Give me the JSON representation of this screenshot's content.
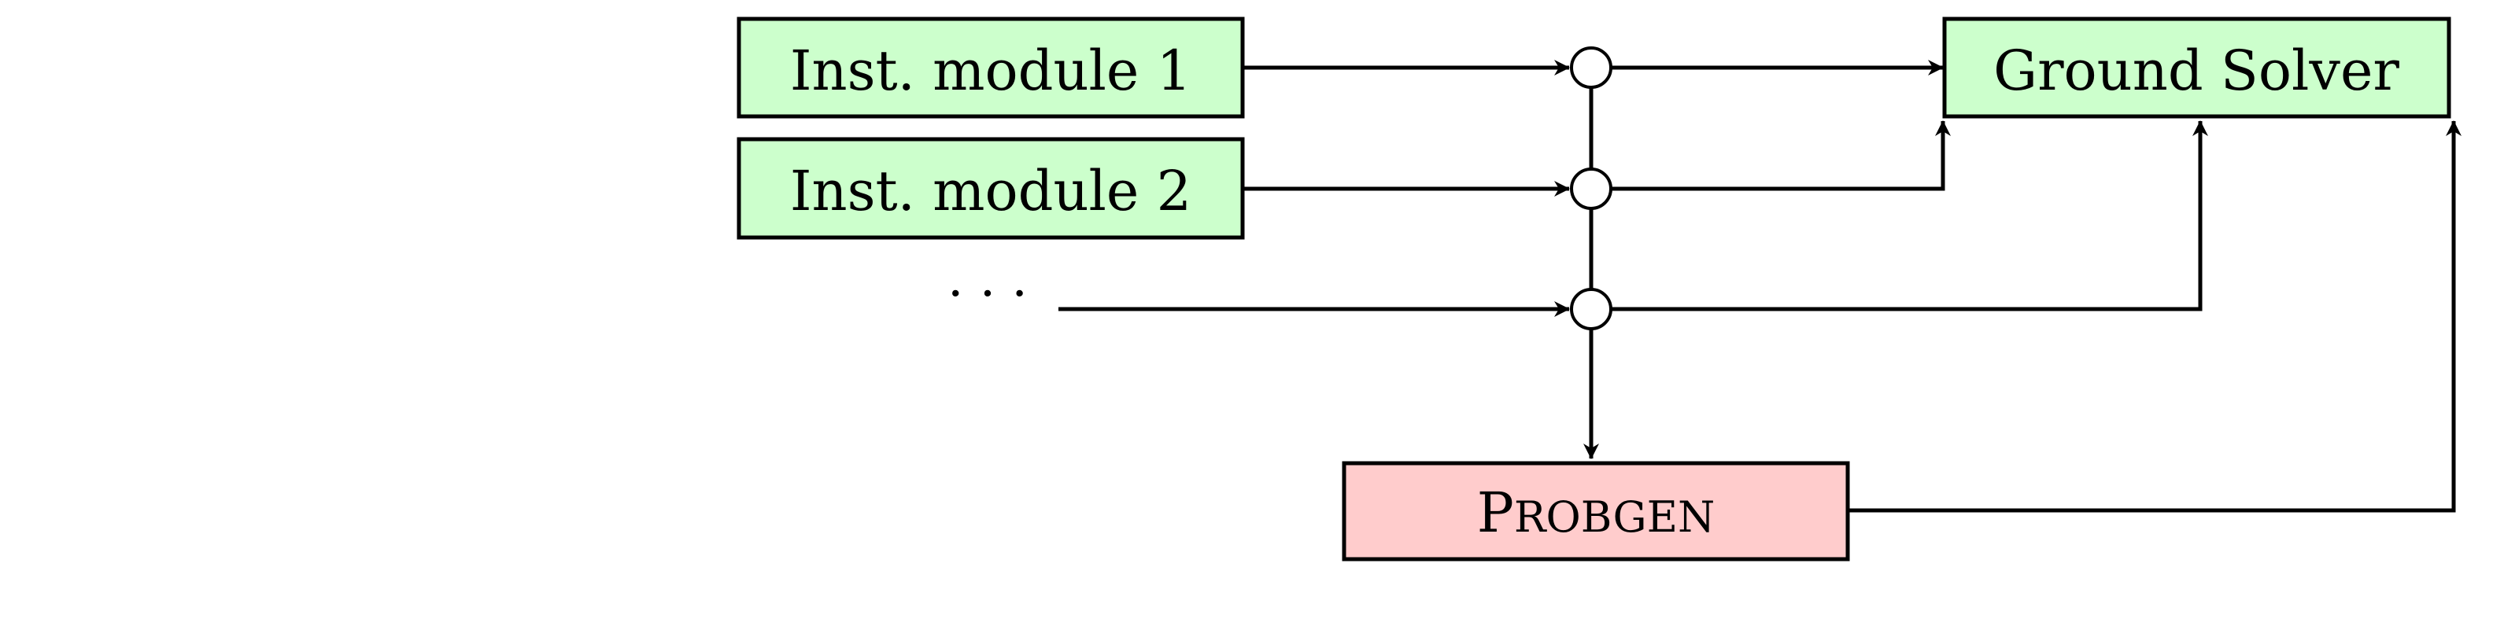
{
  "nodes": {
    "inst_module_1": {
      "label": "Inst. module 1",
      "color": "#ccffcc"
    },
    "inst_module_2": {
      "label": "Inst. module 2",
      "color": "#ccffcc"
    },
    "ellipsis": {
      "label": "· · ·"
    },
    "ground_solver": {
      "label": "Ground Solver",
      "color": "#ccffcc"
    },
    "probgen": {
      "label_initial": "P",
      "label_rest": "ROBGEN",
      "color": "#ffcccc"
    }
  }
}
